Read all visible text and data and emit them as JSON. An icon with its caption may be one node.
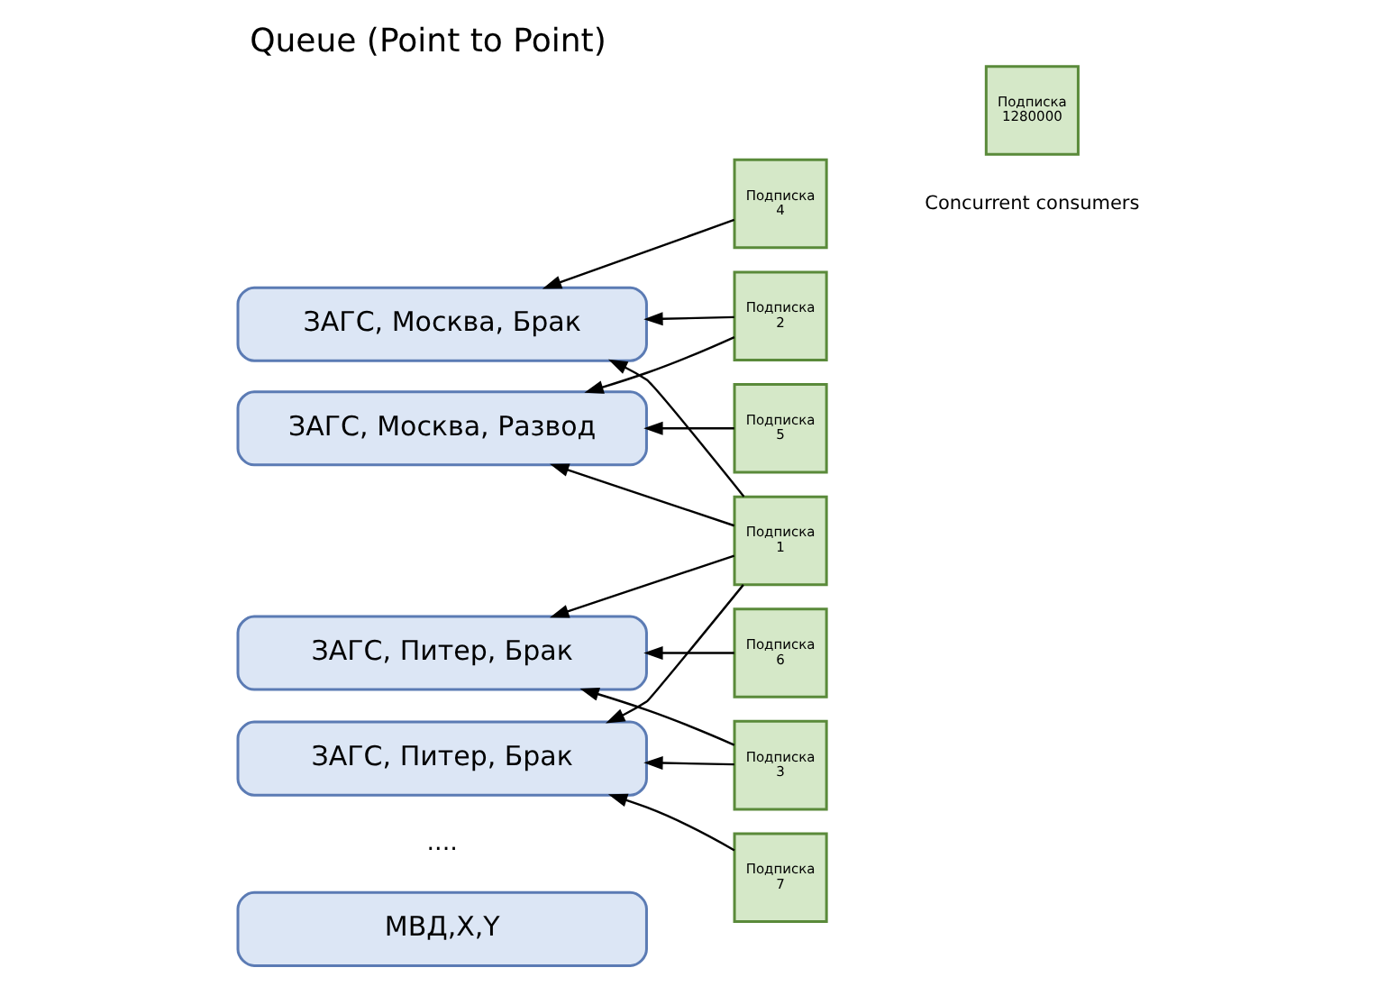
{
  "diagram": {
    "title": "Queue (Point to Point)",
    "nodes": [
      {
        "text": [
          "ЗАГС, Москва, Брак"
        ]
      },
      {
        "text": [
          "ЗАГС, Москва, Развод"
        ]
      },
      {
        "text": [
          "ЗАГС, Питер, Брак"
        ]
      },
      {
        "text": [
          "ЗАГС, Питер, Брак"
        ]
      },
      {
        "text": [
          "МВД,X,Y"
        ]
      },
      {
        "text": [
          "Подписка",
          "4"
        ]
      },
      {
        "text": [
          "Подписка",
          "2"
        ]
      },
      {
        "text": [
          "Подписка",
          "5"
        ]
      },
      {
        "text": [
          "Подписка",
          "1"
        ]
      },
      {
        "text": [
          "Подписка",
          "6"
        ]
      },
      {
        "text": [
          "Подписка",
          "3"
        ]
      },
      {
        "text": [
          "Подписка",
          "7"
        ]
      },
      {
        "text": [
          "Подписка",
          "1280000"
        ]
      }
    ],
    "edges": [
      {
        "from": 5,
        "to": 0,
        "arrow": "to"
      },
      {
        "from": 6,
        "to": 0,
        "arrow": "to"
      },
      {
        "from": 6,
        "to": 1,
        "arrow": "to"
      },
      {
        "from": 7,
        "to": 1,
        "arrow": "to"
      },
      {
        "from": 8,
        "to": 0,
        "arrow": "to"
      },
      {
        "from": 8,
        "to": 1,
        "arrow": "to"
      },
      {
        "from": 8,
        "to": 2,
        "arrow": "to"
      },
      {
        "from": 8,
        "to": 3,
        "arrow": "to"
      },
      {
        "from": 9,
        "to": 2,
        "arrow": "to"
      },
      {
        "from": 10,
        "to": 2,
        "arrow": "to"
      },
      {
        "from": 10,
        "to": 3,
        "arrow": "to"
      },
      {
        "from": 11,
        "to": 3,
        "arrow": "to"
      }
    ],
    "labels": [
      "Concurrent consumers",
      "...."
    ]
  }
}
